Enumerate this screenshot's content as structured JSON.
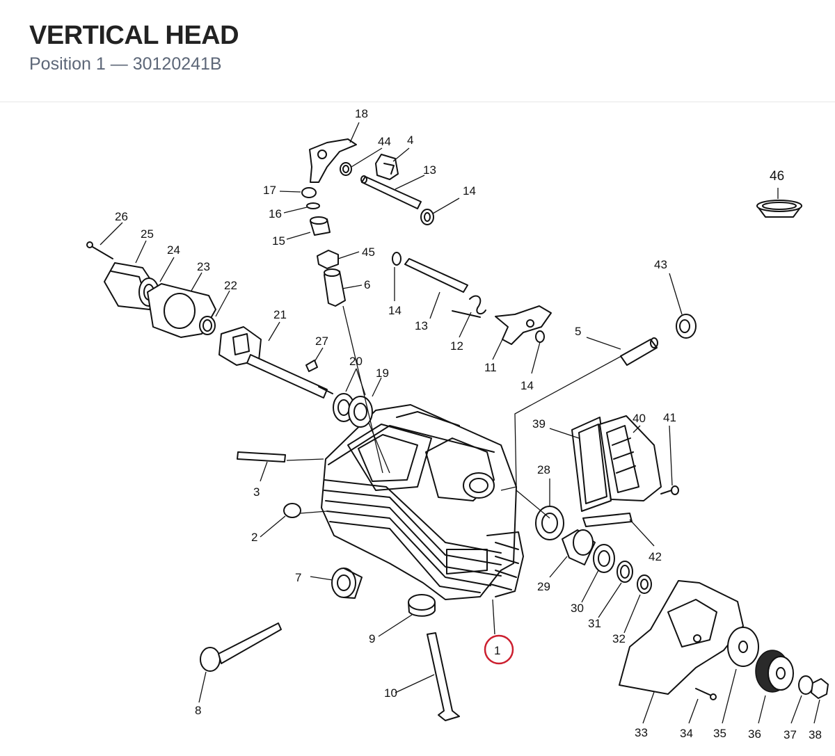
{
  "header": {
    "title": "VERTICAL HEAD",
    "position_label": "Position 1",
    "separator": "—",
    "part_number": "30120241B"
  },
  "diagram": {
    "highlight_color": "#cc1f2f",
    "highlighted_callout": "1",
    "callouts": {
      "c1": "1",
      "c2": "2",
      "c3": "3",
      "c4": "4",
      "c5": "5",
      "c6": "6",
      "c7": "7",
      "c8": "8",
      "c9": "9",
      "c10": "10",
      "c11": "11",
      "c12": "12",
      "c13a": "13",
      "c13b": "13",
      "c14a": "14",
      "c14b": "14",
      "c14c": "14",
      "c15": "15",
      "c16": "16",
      "c17": "17",
      "c18": "18",
      "c19": "19",
      "c20": "20",
      "c21": "21",
      "c22": "22",
      "c23": "23",
      "c24": "24",
      "c25": "25",
      "c26": "26",
      "c27": "27",
      "c28": "28",
      "c29": "29",
      "c30": "30",
      "c31": "31",
      "c32": "32",
      "c33": "33",
      "c34": "34",
      "c35": "35",
      "c36": "36",
      "c37": "37",
      "c38": "38",
      "c39": "39",
      "c40": "40",
      "c41": "41",
      "c42": "42",
      "c43": "43",
      "c44": "44",
      "c45": "45",
      "c46": "46"
    }
  }
}
